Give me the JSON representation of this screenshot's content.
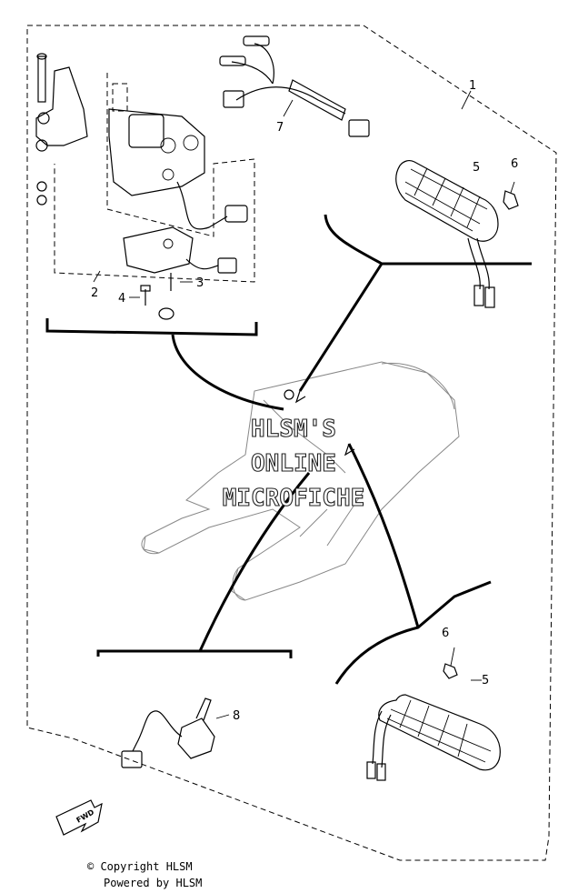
{
  "diagram": {
    "callouts": [
      {
        "id": "c1",
        "text": "1"
      },
      {
        "id": "c2",
        "text": "2"
      },
      {
        "id": "c3",
        "text": "3"
      },
      {
        "id": "c4",
        "text": "4"
      },
      {
        "id": "c5a",
        "text": "5"
      },
      {
        "id": "c6a",
        "text": "6"
      },
      {
        "id": "c7",
        "text": "7"
      },
      {
        "id": "c6b",
        "text": "6"
      },
      {
        "id": "c5b",
        "text": "5"
      },
      {
        "id": "c8",
        "text": "8"
      }
    ],
    "fwd_label": "FWD",
    "watermark": {
      "line1": "HLSM'S",
      "line2": "ONLINE",
      "line3": "MICROFICHE"
    }
  },
  "footer": {
    "copyright": "© Copyright HLSM",
    "powered": "Powered by HLSM"
  }
}
